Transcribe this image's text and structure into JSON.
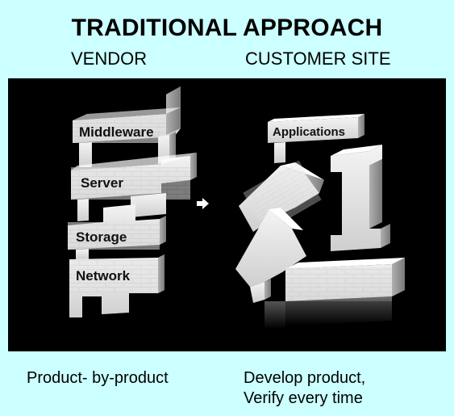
{
  "title": "TRADITIONAL APPROACH",
  "columns": {
    "left": "VENDOR",
    "right": "CUSTOMER SITE"
  },
  "blocks": {
    "middleware": "Middleware",
    "server": "Server",
    "storage": "Storage",
    "network": "Network",
    "applications": "Applications"
  },
  "captions": {
    "left": "Product- by-product",
    "right_line1": "Develop product,",
    "right_line2": "Verify every time"
  },
  "colors": {
    "background": "#ccffff",
    "panel": "#000000",
    "block_face": "#e6e6e6",
    "block_side": "#9a9a9a",
    "block_top": "#ffffff"
  }
}
